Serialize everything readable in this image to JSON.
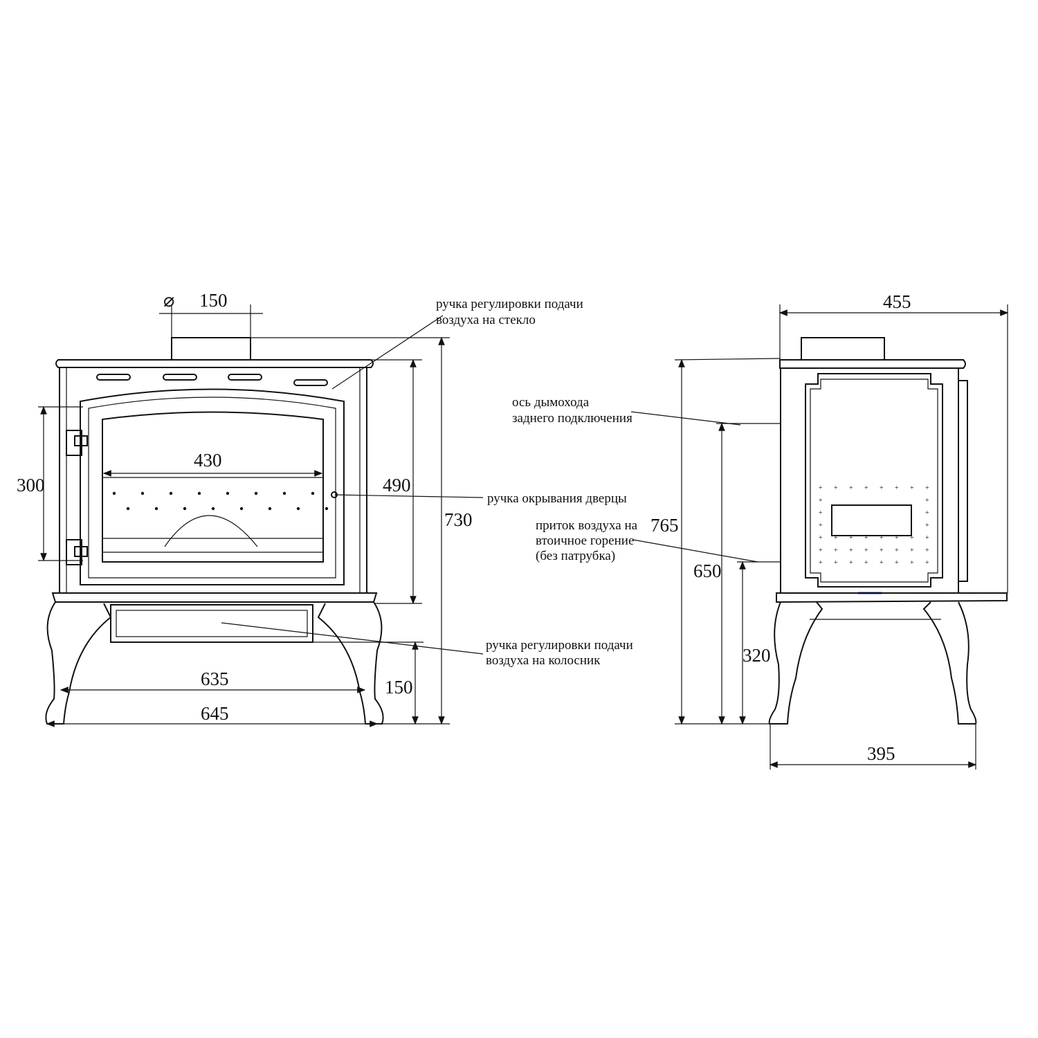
{
  "front_view": {
    "flue_diameter_symbol": "⌀",
    "flue_diameter": "150",
    "firebox_width": "430",
    "door_height": "300",
    "body_height": "490",
    "total_height": "730",
    "leg_span": "635",
    "total_width": "645",
    "ash_drawer_height": "150"
  },
  "side_view": {
    "depth_top": "455",
    "total_height": "765",
    "rear_flue_axis_height": "650",
    "secondary_air_height": "320",
    "leg_depth": "395"
  },
  "annotations": {
    "glass_air_handle": [
      "ручка регулировки подачи",
      "воздуха на стекло"
    ],
    "door_handle": "ручка окрывания дверцы",
    "grate_air_handle": [
      "ручка регулировки подачи",
      "воздуха на колосник"
    ],
    "rear_flue_axis": [
      "ось дымохода",
      "заднего подключения"
    ],
    "secondary_air": [
      "приток воздуха на",
      "втоичное горение",
      "(без патрубка)"
    ]
  },
  "colors": {
    "line": "#111111",
    "accent": "#2233cc"
  }
}
